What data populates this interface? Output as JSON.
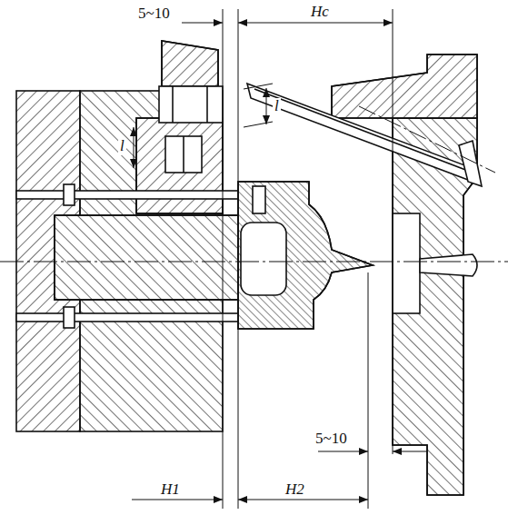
{
  "diagram": {
    "labels": [
      "5~10",
      "Hc",
      "l",
      "l",
      "H1",
      "H2",
      "5~10"
    ]
  }
}
